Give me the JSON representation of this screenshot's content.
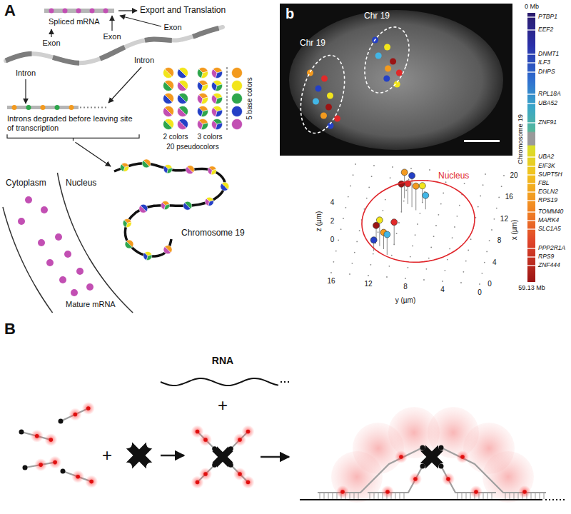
{
  "diagram": {
    "nodes": [
      {
        "text": [
          "Chr 19"
        ]
      },
      {
        "text": [
          "Chr 19"
        ]
      },
      {
        "text": [
          "Nucleus"
        ]
      }
    ],
    "labels": [
      "A",
      "Spliced mRNA",
      "Export and Translation",
      "Exon",
      "Exon",
      "Exon",
      "Intron",
      "Intron",
      "Introns degraded before leaving site of transcription",
      "5 base colors",
      "2 colors",
      "3 colors",
      "20 pseudocolors",
      "Cytoplasm",
      "Nucleus",
      "Chromosome 19",
      "Mature mRNA",
      "b",
      "0 Mb",
      "PTBP1",
      "EEF2",
      "DNMT1",
      "ILF3",
      "DHPS",
      "RPL18A",
      "UBA52",
      "ZNF91",
      "UBA2",
      "EIF3K",
      "SUPT5H",
      "FBL",
      "EGLN2",
      "RPS19",
      "TOMM40",
      "MARK4",
      "SLC1A5",
      "PPP2R1A",
      "RPS9",
      "ZNF444",
      "Chromosome 19",
      "59.13 Mb",
      "z (µm)",
      "4",
      "2",
      "0",
      "y (µm)",
      "16",
      "12",
      "8",
      "4",
      "0",
      "x (µm)",
      "0",
      "4",
      "8",
      "12",
      "16",
      "20",
      "B",
      "RNA",
      "+",
      "+"
    ]
  }
}
